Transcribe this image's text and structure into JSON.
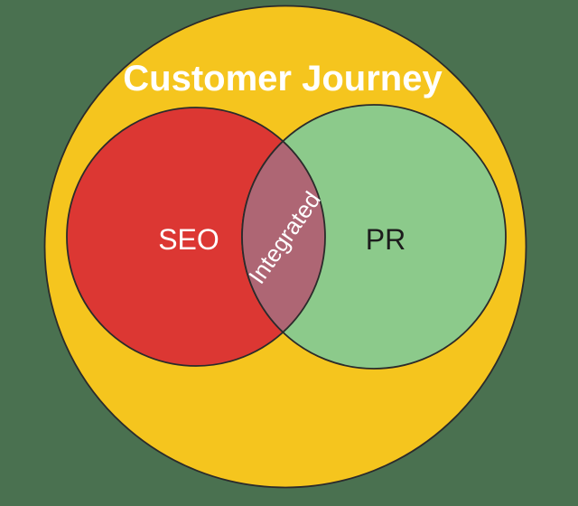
{
  "diagram": {
    "type": "venn",
    "title": "Customer Journey",
    "sets": [
      {
        "label": "SEO",
        "text_color": "#ffffff"
      },
      {
        "label": "PR",
        "text_color": "#1c1c1c"
      }
    ],
    "overlap_label": "Integrated"
  },
  "colors": {
    "background": "#4a7150",
    "outer_circle": "#f5c51e",
    "seo_circle": "#dc3733",
    "pr_circle": "#8cca8b",
    "overlap": "#ae6674",
    "outline": "#2b2b2b",
    "title_text": "#ffffff",
    "overlap_text": "#ffffff"
  }
}
